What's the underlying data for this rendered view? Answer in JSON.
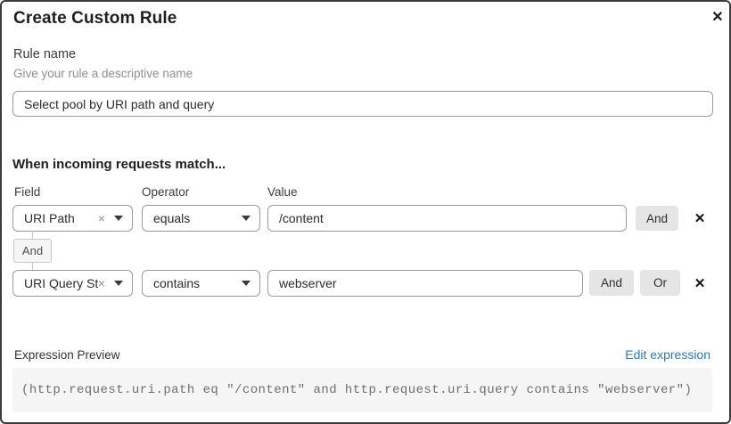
{
  "dialog": {
    "title": "Create Custom Rule",
    "close_icon": "✕"
  },
  "rule_name": {
    "label": "Rule name",
    "hint": "Give your rule a descriptive name",
    "value": "Select pool by URI path and query"
  },
  "match": {
    "heading": "When incoming requests match...",
    "columns": {
      "field": "Field",
      "operator": "Operator",
      "value": "Value"
    },
    "rows": [
      {
        "field": "URI Path",
        "operator": "equals",
        "value": "/content",
        "and_label": "And",
        "remove_icon": "✕"
      },
      {
        "field": "URI Query St...",
        "operator": "contains",
        "value": "webserver",
        "and_label": "And",
        "or_label": "Or",
        "remove_icon": "✕"
      }
    ],
    "connector_label": "And",
    "clear_icon": "×"
  },
  "expression": {
    "label": "Expression Preview",
    "edit_link": "Edit expression",
    "code": "(http.request.uri.path eq \"/content\" and http.request.uri.query contains \"webserver\")"
  },
  "colors": {
    "link_blue": "#2c7cb0",
    "button_gray": "#e5e5e5",
    "code_background": "#f5f5f5",
    "input_border": "#9b9b9b",
    "dialog_border": "#3b3b3b"
  }
}
